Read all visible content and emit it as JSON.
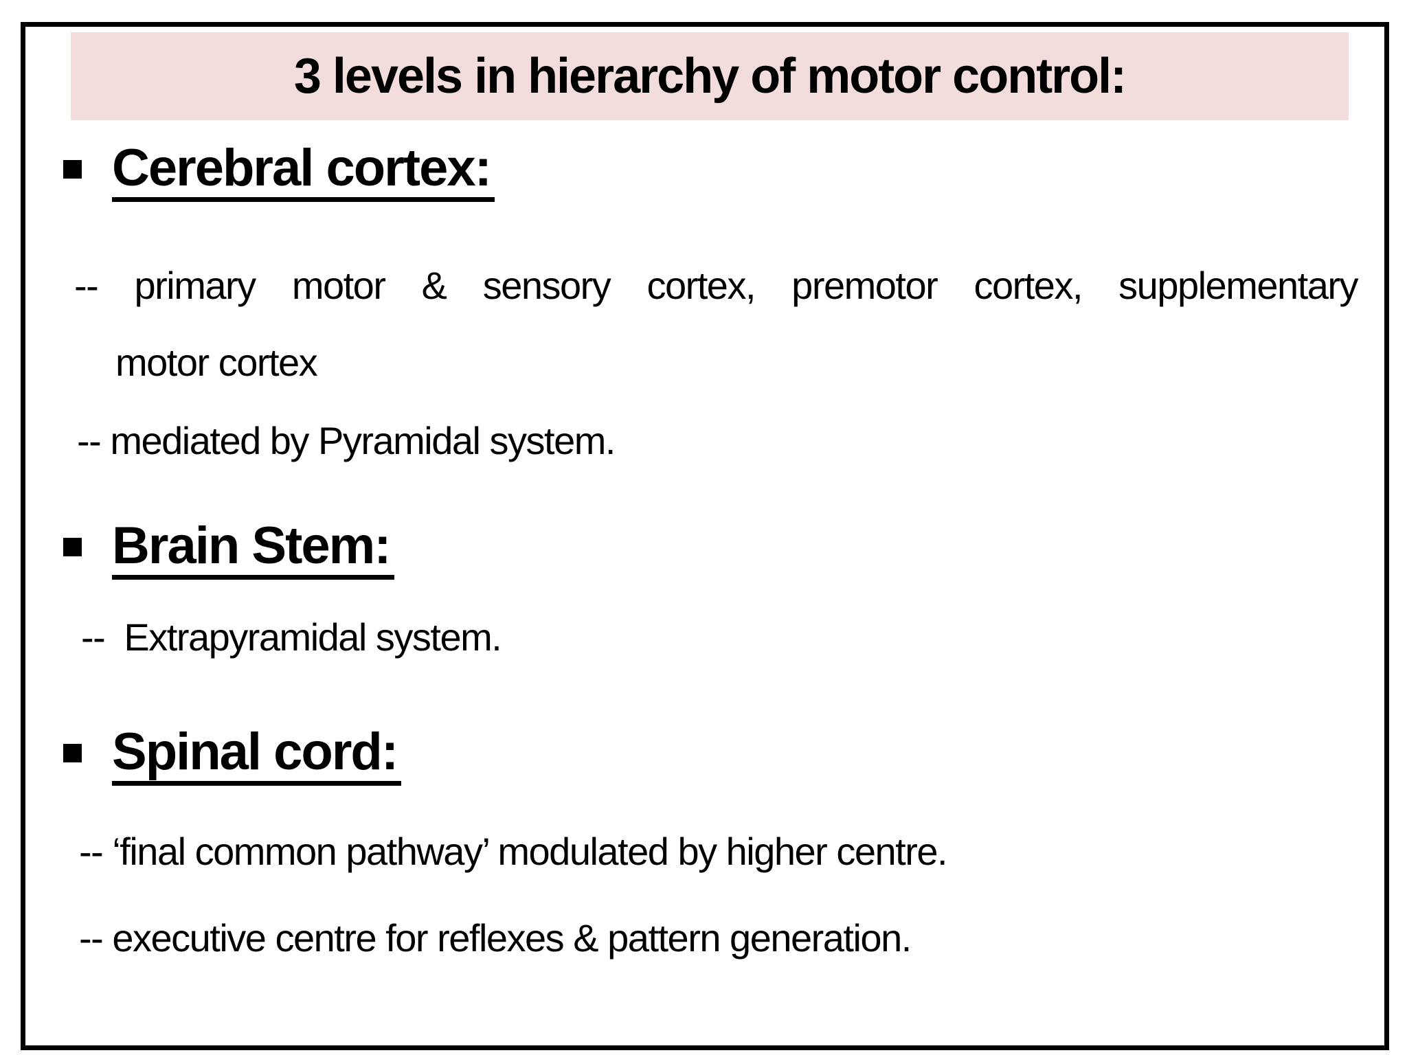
{
  "slide": {
    "colors": {
      "title_banner_bg": "#f2dcdc",
      "border": "#000000",
      "text": "#000000"
    },
    "title": "3 levels in hierarchy of motor control:",
    "sections": [
      {
        "heading": "Cerebral cortex:",
        "lines": [
          "-- primary motor & sensory cortex, premotor cortex, supplementary",
          "motor cortex",
          "-- mediated by Pyramidal system."
        ]
      },
      {
        "heading": "Brain Stem:",
        "lines": [
          "--  Extrapyramidal system."
        ]
      },
      {
        "heading": "Spinal cord:",
        "lines": [
          "-- ‘final common pathway’ modulated by higher centre.",
          "-- executive centre for reflexes & pattern generation."
        ]
      }
    ]
  }
}
